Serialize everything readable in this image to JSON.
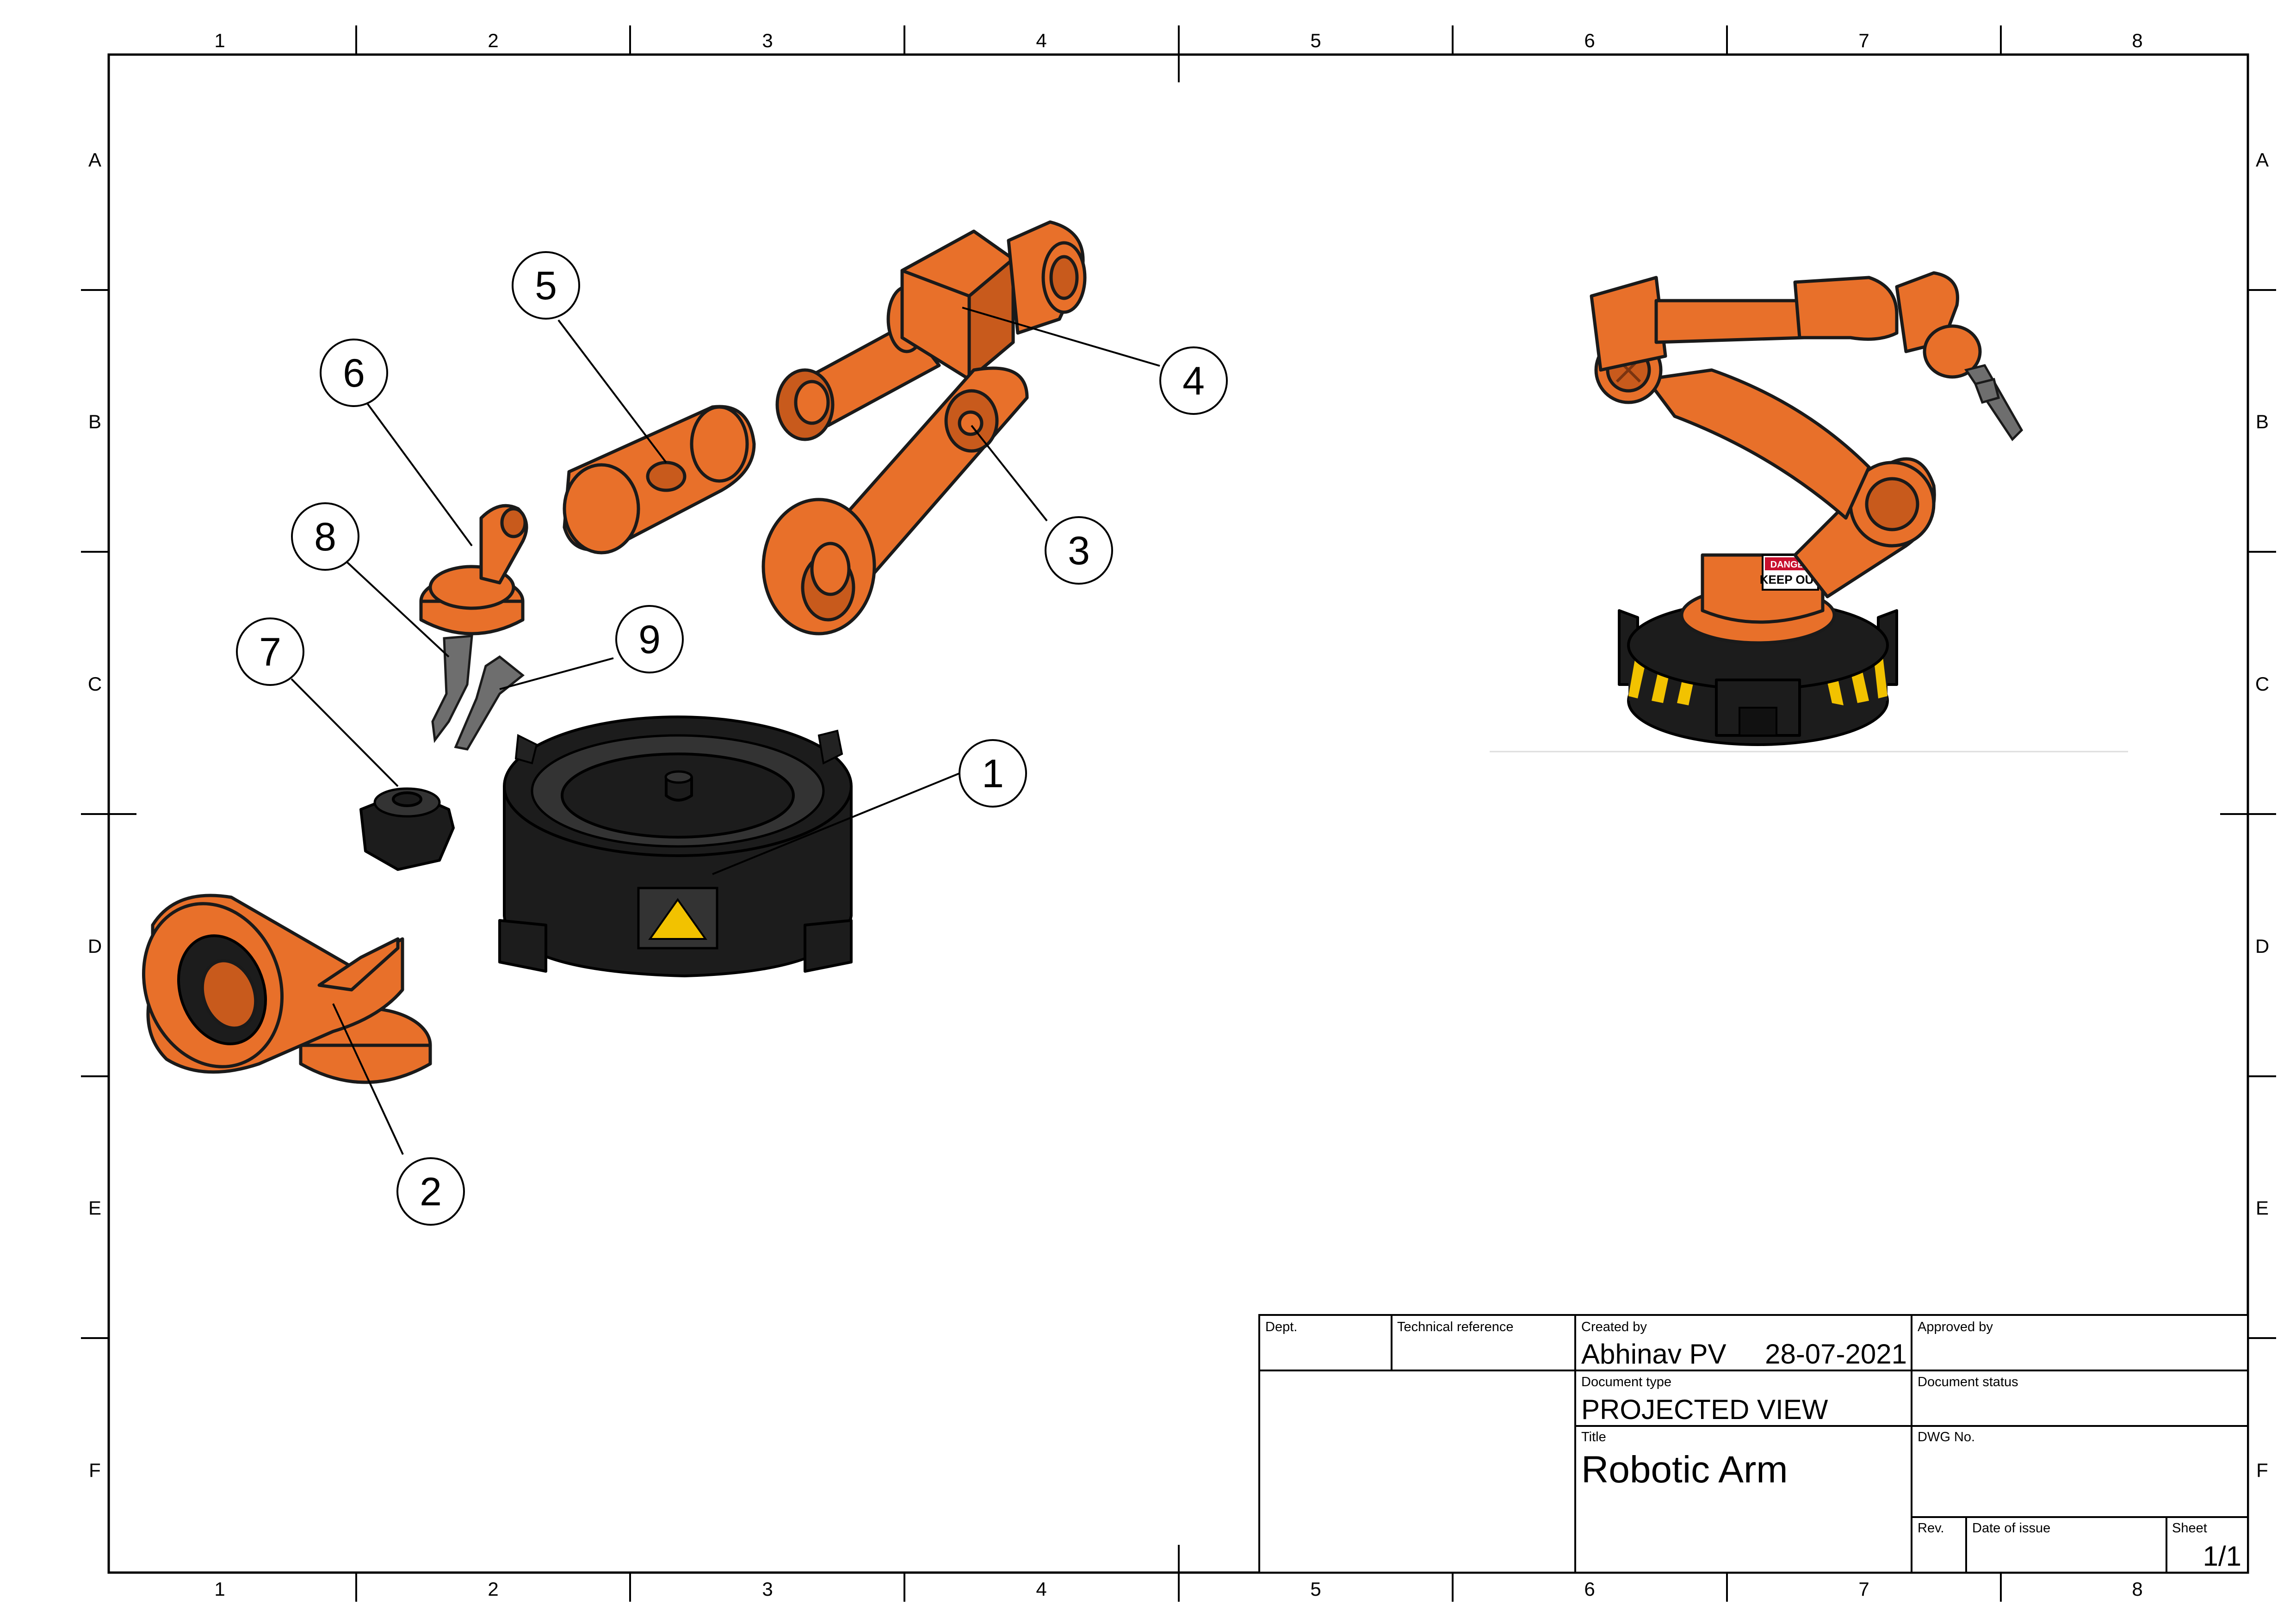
{
  "zones": {
    "columns": [
      "1",
      "2",
      "3",
      "4",
      "5",
      "6",
      "7",
      "8"
    ],
    "rows": [
      "A",
      "B",
      "C",
      "D",
      "E",
      "F"
    ]
  },
  "callouts": [
    "1",
    "2",
    "3",
    "4",
    "5",
    "6",
    "7",
    "8",
    "9"
  ],
  "assembled_view": {
    "sign_top": "DANGER",
    "sign_bottom": "KEEP OUT"
  },
  "title_block": {
    "dept_label": "Dept.",
    "tech_ref_label": "Technical reference",
    "created_by_label": "Created by",
    "created_by_value": "Abhinav PV",
    "created_date": "28-07-2021",
    "approved_by_label": "Approved by",
    "doc_type_label": "Document type",
    "doc_type_value": "PROJECTED VIEW",
    "doc_status_label": "Document status",
    "title_label": "Title",
    "title_value": "Robotic Arm",
    "dwg_label": "DWG No.",
    "rev_label": "Rev.",
    "date_issue_label": "Date of issue",
    "sheet_label": "Sheet",
    "sheet_value": "1/1"
  },
  "colors": {
    "part_orange": "#e8702a",
    "base_black": "#1c1c1c",
    "hazard_yellow": "#f2c200"
  }
}
